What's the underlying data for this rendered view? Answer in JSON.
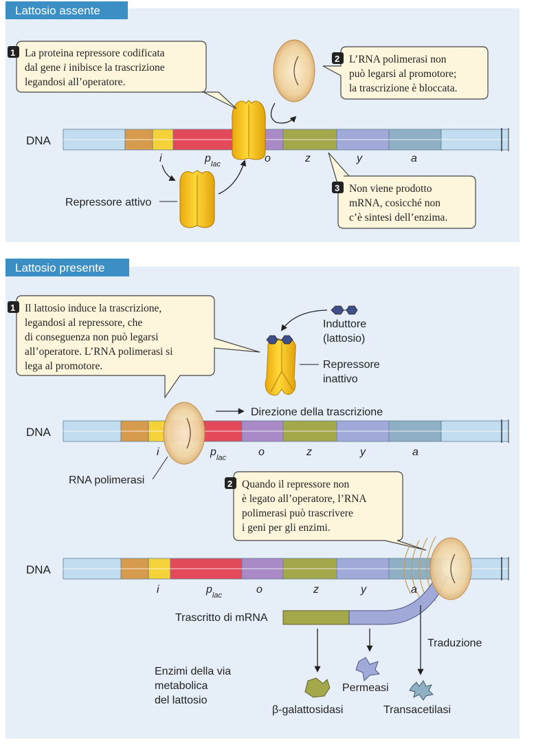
{
  "panel_top": {
    "header": "Lattosio assente",
    "dna_label": "DNA",
    "genes": {
      "i": "i",
      "p": "p",
      "p_sub": "lac",
      "o": "o",
      "z": "z",
      "y": "y",
      "a": "a"
    },
    "callout1": {
      "number": "1",
      "lines": [
        "La proteina repressore codificata",
        "dal gene ",
        "inibisce la trascrizione",
        "legandosi all’operatore."
      ],
      "italic_word": "i"
    },
    "callout2": {
      "number": "2",
      "lines": [
        "L’RNA polimerasi non",
        "può legarsi al promotore;",
        "la trascrizione è bloccata."
      ]
    },
    "callout3": {
      "number": "3",
      "lines": [
        "Non viene prodotto",
        "mRNA, cosicché non",
        "c’è sintesi dell’enzima."
      ]
    },
    "repressor_label": "Repressore attivo"
  },
  "panel_bottom": {
    "header": "Lattosio presente",
    "dna_label": "DNA",
    "genes": {
      "i": "i",
      "p": "p",
      "p_sub": "lac",
      "o": "o",
      "z": "z",
      "y": "y",
      "a": "a"
    },
    "callout1": {
      "number": "1",
      "lines": [
        "Il lattosio induce la trascrizione,",
        "legandosi al repressore, che",
        "di conseguenza non può legarsi",
        "all’operatore. L’RNA polimerasi si",
        "lega al promotore."
      ]
    },
    "inducer_label": [
      "Induttore",
      "(lattosio)"
    ],
    "inactive_label": [
      "Repressore",
      "inattivo"
    ],
    "direction_label": "Direzione della trascrizione",
    "polymerase_label": "RNA polimerasi",
    "callout2": {
      "number": "2",
      "lines": [
        "Quando il repressore non",
        "è legato all’operatore, l’RNA",
        "polimerasi può trascrivere",
        "i geni per gli enzimi."
      ]
    },
    "mrna_label": "Trascritto di mRNA",
    "translation_label": "Traduzione",
    "enzymes_label": [
      "Enzimi della via",
      "metabolica",
      "del lattosio"
    ],
    "enzyme_names": {
      "galactosidase": "β-galattosidasi",
      "permease": "Permeasi",
      "transacetylase": "Transacetilasi"
    }
  },
  "colors": {
    "panel_bg": "#e6eff8",
    "header_bg": "#3b8fc4",
    "dna_light": "#c2ddf0",
    "gene_i_left": "#d79b4e",
    "gene_i": "#f5d13a",
    "promoter": "#e24a5a",
    "operator": "#a98ac7",
    "gene_z": "#a3a84a",
    "gene_y": "#a0a9d8",
    "gene_a": "#8fb0c4",
    "repressor": "#f3c21a",
    "polymerase": "#f1d9ac",
    "inducer": "#3f4f8a",
    "callout_bg": "#fdf6dc"
  }
}
